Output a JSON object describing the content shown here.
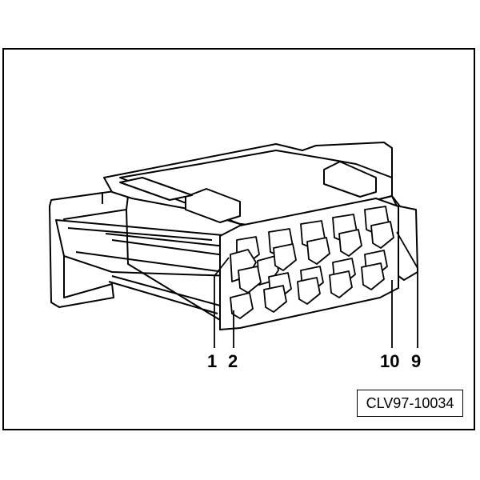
{
  "figure": {
    "reference_code": "CLV97-10034",
    "pin_labels": {
      "pin_1": "1",
      "pin_2": "2",
      "pin_10": "10",
      "pin_9": "9"
    }
  },
  "colors": {
    "stroke": "#000000",
    "background": "#ffffff"
  }
}
